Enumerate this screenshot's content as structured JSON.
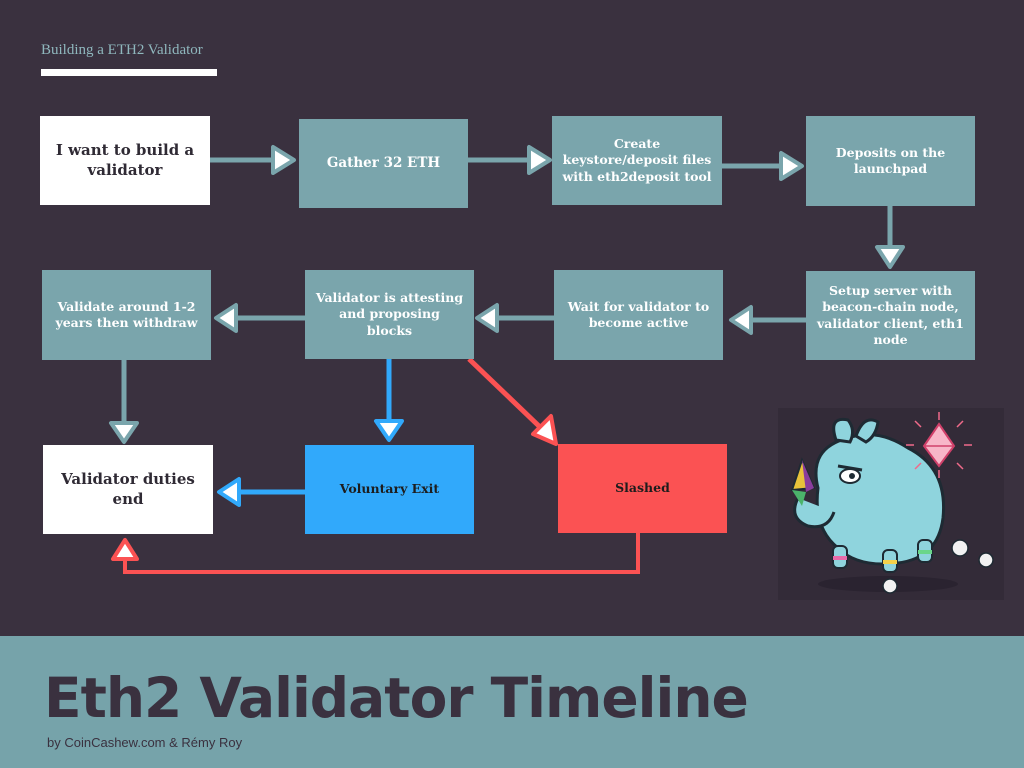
{
  "header": {
    "label": "Building a ETH2 Validator"
  },
  "nodes": {
    "build": "I want to build a validator",
    "gather": "Gather 32 ETH",
    "create": "Create keystore/deposit files with eth2deposit tool",
    "deposit": "Deposits on the launchpad",
    "setup": "Setup server with beacon-chain node, validator client, eth1 node",
    "wait": "Wait for validator to become active",
    "attesting": "Validator is attesting and proposing blocks",
    "validate": "Validate around 1-2 years then withdraw",
    "end": "Validator duties end",
    "voluntary": "Voluntary Exit",
    "slashed": "Slashed"
  },
  "footer": {
    "title": "Eth2 Validator Timeline",
    "byline": "by CoinCashew.com & Rémy Roy"
  },
  "colors": {
    "background": "#3a313f",
    "teal": "#7aa5ac",
    "blue": "#31a9fb",
    "red": "#fb5253",
    "white": "#ffffff"
  },
  "icons": [
    "rhino-mascot-icon",
    "ethereum-diamond-icon"
  ]
}
